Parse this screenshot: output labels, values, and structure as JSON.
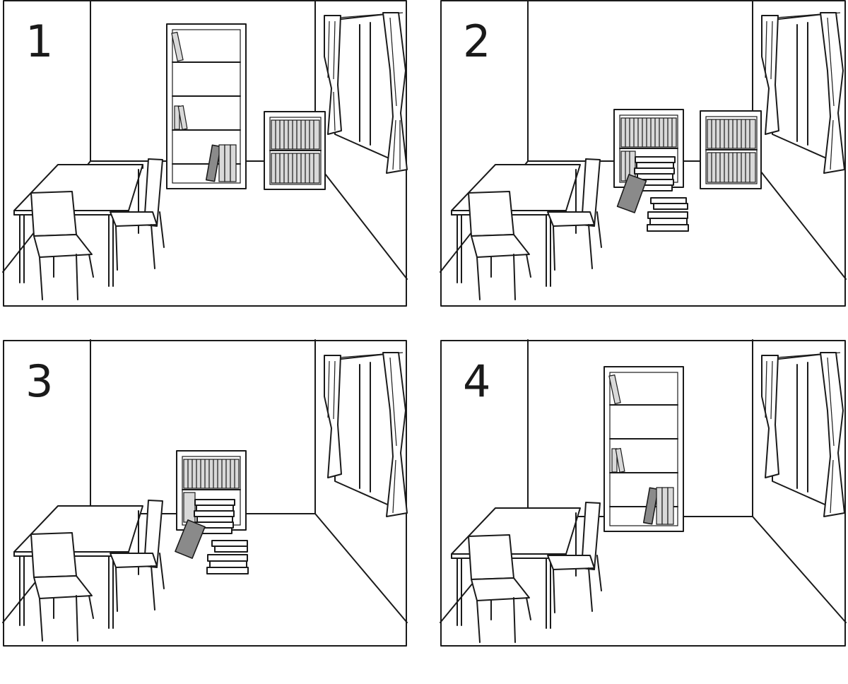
{
  "panels": [
    {
      "number": "1",
      "scene": "tall-bookcase-and-low-bookcase"
    },
    {
      "number": "2",
      "scene": "two-low-bookcases-books-piled"
    },
    {
      "number": "3",
      "scene": "one-low-bookcase-books-piled"
    },
    {
      "number": "4",
      "scene": "tall-bookcase-only"
    }
  ],
  "colors": {
    "line": "#1a1a1a",
    "book_dark": "#8a8a8a",
    "book_light": "#d9d9d9",
    "background": "#ffffff"
  }
}
